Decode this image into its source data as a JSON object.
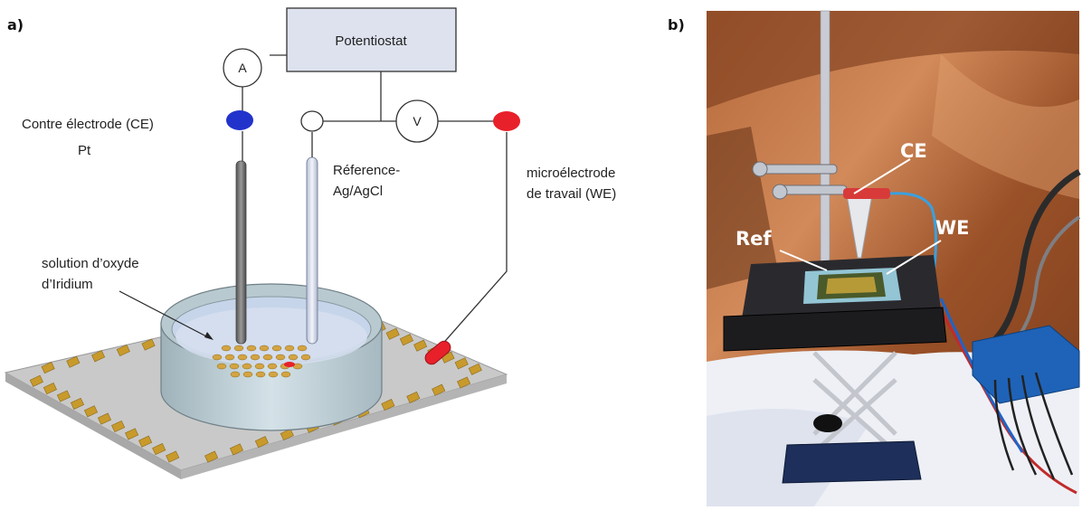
{
  "panel_a": {
    "letter": "a)",
    "potentiostat": "Potentiostat",
    "ammeter": "A",
    "voltmeter": "V",
    "counter_electrode": [
      "Contre électrode (CE)",
      "Pt"
    ],
    "reference_electrode": [
      "Réference-",
      "Ag/AgCl"
    ],
    "working_electrode": [
      "microélectrode",
      "de travail (WE)"
    ],
    "solution": [
      "solution d’oxyde",
      "d’Iridium"
    ],
    "colors": {
      "potentiostat_box": "#dde2ee",
      "counter_dot": "#2233cc",
      "working_dot": "#e8202a",
      "chip_base": "#cfcfcf",
      "pads": "#c89a2c",
      "beaker": "#c3d3da"
    }
  },
  "panel_b": {
    "letter": "b)",
    "labels": {
      "ce": "CE",
      "we": "WE",
      "ref": "Ref"
    },
    "colors": {
      "copper": "#a85d33",
      "platform": "#1c1c1f"
    }
  }
}
